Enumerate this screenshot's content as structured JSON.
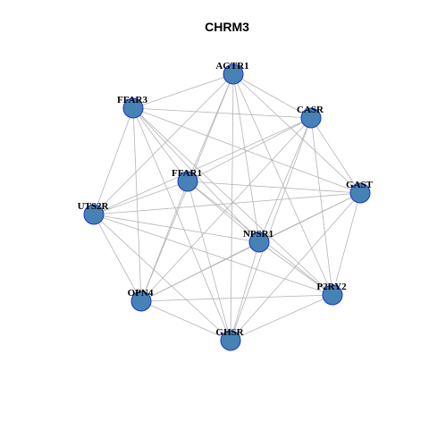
{
  "title": "CHRM3",
  "colors": {
    "node_fill": "#4682b4",
    "node_stroke": "#1a33cc",
    "edge": "#b4b4b4"
  },
  "nodes": [
    {
      "id": "AGTR1",
      "label": "AGTR1"
    },
    {
      "id": "FFAR3",
      "label": "FFAR3"
    },
    {
      "id": "CASR",
      "label": "CASR"
    },
    {
      "id": "FFAR1",
      "label": "FFAR1"
    },
    {
      "id": "GAST",
      "label": "GAST"
    },
    {
      "id": "UTS2R",
      "label": "UTS2R"
    },
    {
      "id": "NPSR1",
      "label": "NPSR1"
    },
    {
      "id": "P2RY2",
      "label": "P2RY2"
    },
    {
      "id": "OPN4",
      "label": "OPN4"
    },
    {
      "id": "GHSR",
      "label": "GHSR"
    }
  ],
  "edges": [
    [
      "AGTR1",
      "FFAR3"
    ],
    [
      "AGTR1",
      "CASR"
    ],
    [
      "AGTR1",
      "FFAR1"
    ],
    [
      "AGTR1",
      "GAST"
    ],
    [
      "AGTR1",
      "UTS2R"
    ],
    [
      "AGTR1",
      "NPSR1"
    ],
    [
      "AGTR1",
      "P2RY2"
    ],
    [
      "AGTR1",
      "OPN4"
    ],
    [
      "AGTR1",
      "GHSR"
    ],
    [
      "FFAR3",
      "CASR"
    ],
    [
      "FFAR3",
      "FFAR1"
    ],
    [
      "FFAR3",
      "GAST"
    ],
    [
      "FFAR3",
      "UTS2R"
    ],
    [
      "FFAR3",
      "NPSR1"
    ],
    [
      "FFAR3",
      "P2RY2"
    ],
    [
      "FFAR3",
      "OPN4"
    ],
    [
      "FFAR3",
      "GHSR"
    ],
    [
      "CASR",
      "FFAR1"
    ],
    [
      "CASR",
      "GAST"
    ],
    [
      "CASR",
      "UTS2R"
    ],
    [
      "CASR",
      "NPSR1"
    ],
    [
      "CASR",
      "P2RY2"
    ],
    [
      "CASR",
      "OPN4"
    ],
    [
      "CASR",
      "GHSR"
    ],
    [
      "FFAR1",
      "GAST"
    ],
    [
      "FFAR1",
      "UTS2R"
    ],
    [
      "FFAR1",
      "NPSR1"
    ],
    [
      "FFAR1",
      "P2RY2"
    ],
    [
      "FFAR1",
      "OPN4"
    ],
    [
      "FFAR1",
      "GHSR"
    ],
    [
      "GAST",
      "UTS2R"
    ],
    [
      "GAST",
      "NPSR1"
    ],
    [
      "GAST",
      "P2RY2"
    ],
    [
      "GAST",
      "OPN4"
    ],
    [
      "GAST",
      "GHSR"
    ],
    [
      "UTS2R",
      "NPSR1"
    ],
    [
      "UTS2R",
      "P2RY2"
    ],
    [
      "UTS2R",
      "OPN4"
    ],
    [
      "UTS2R",
      "GHSR"
    ],
    [
      "NPSR1",
      "P2RY2"
    ],
    [
      "NPSR1",
      "OPN4"
    ],
    [
      "NPSR1",
      "GHSR"
    ],
    [
      "P2RY2",
      "OPN4"
    ],
    [
      "P2RY2",
      "GHSR"
    ],
    [
      "OPN4",
      "GHSR"
    ]
  ]
}
